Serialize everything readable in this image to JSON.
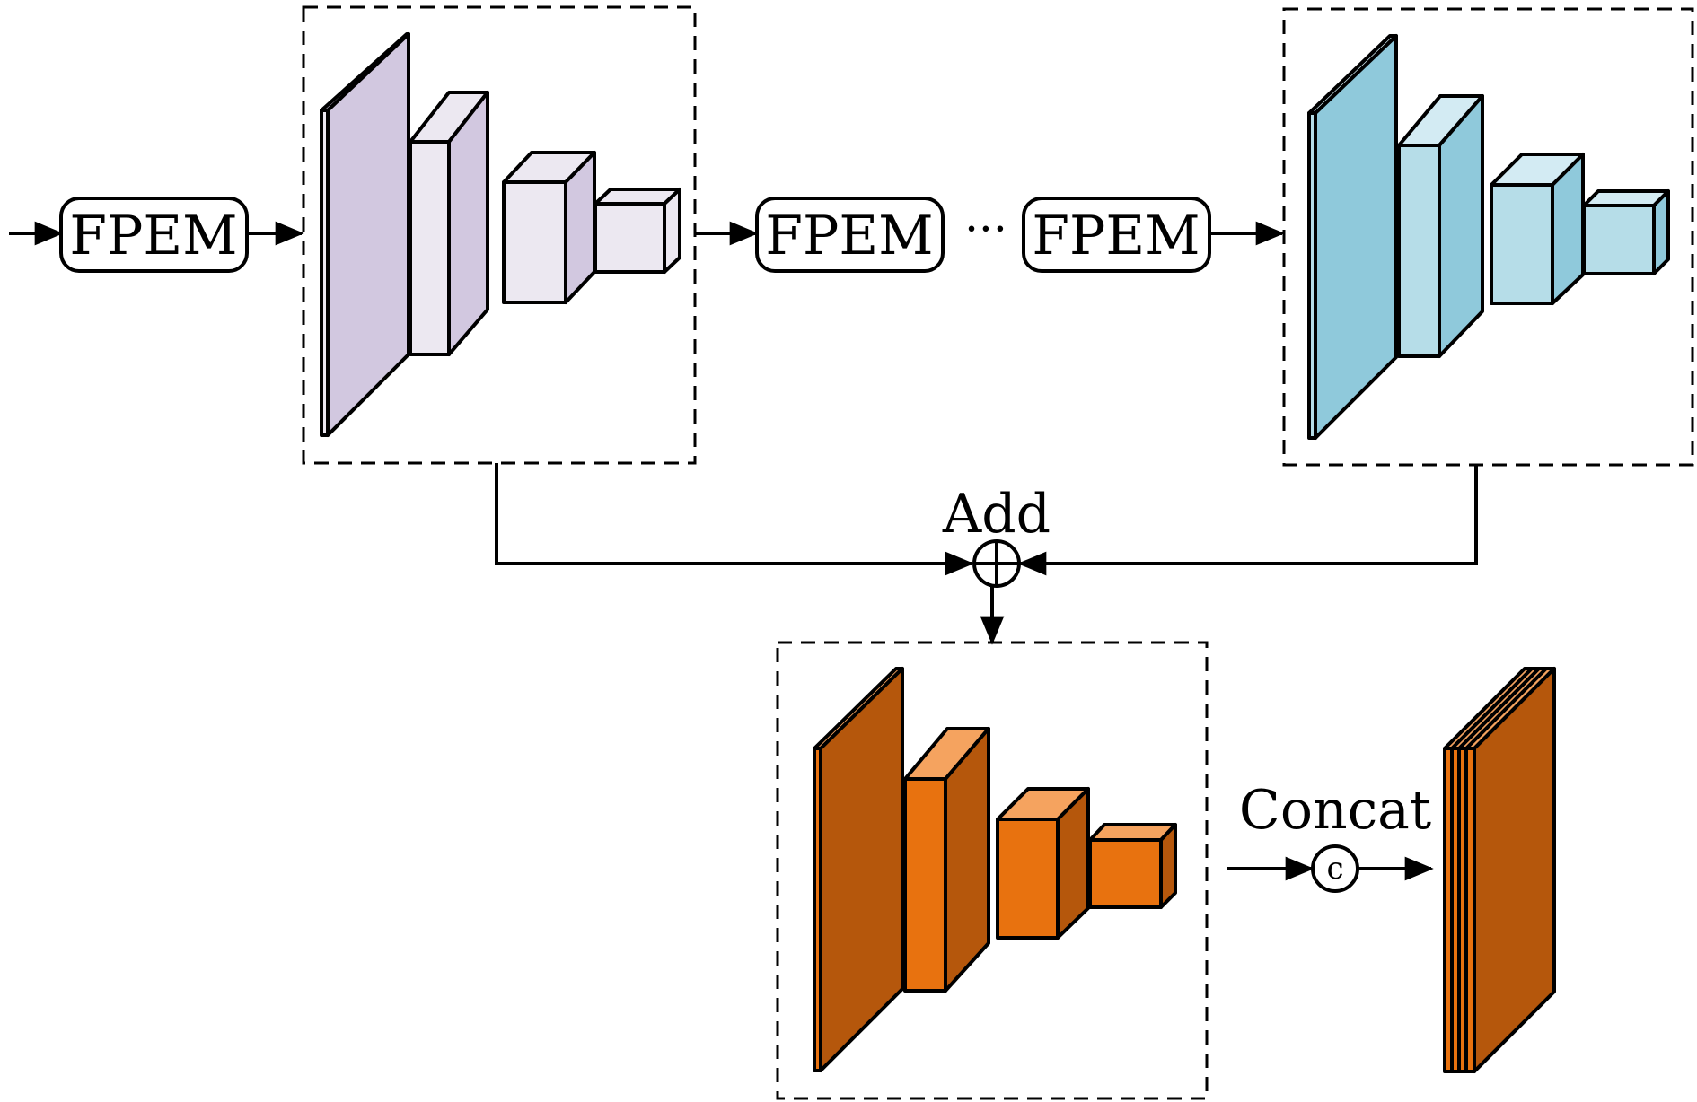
{
  "modules": {
    "fpem_1": "FPEM",
    "fpem_2": "FPEM",
    "fpem_n": "FPEM",
    "ellipsis": "···"
  },
  "operations": {
    "add_label": "Add",
    "concat_label": "Concat",
    "concat_symbol": "c"
  },
  "colors": {
    "purple_front": "#ece8f1",
    "purple_side": "#d2c8e0",
    "blue_front": "#b6dde8",
    "blue_side": "#8fc9db",
    "blue_top": "#d3ebf3",
    "orange_front": "#e8720f",
    "orange_side": "#b5570c",
    "orange_top": "#f5a35f"
  }
}
